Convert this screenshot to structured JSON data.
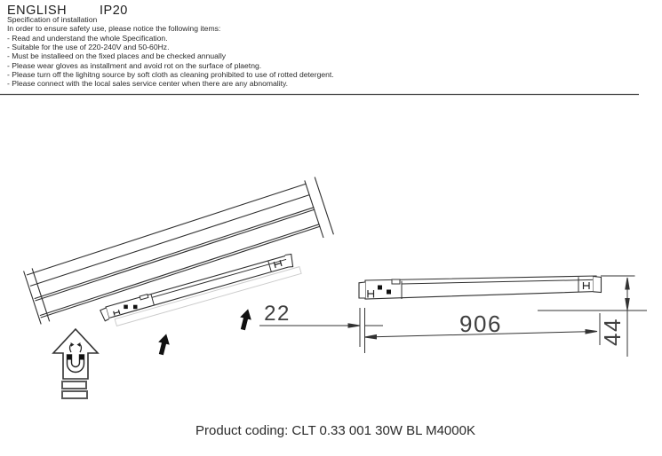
{
  "header": {
    "language": "ENGLISH",
    "ip_rating": "IP20"
  },
  "spec": {
    "title": "Specification of installation",
    "intro": "In order to ensure safety use, please notice the following items:",
    "items": [
      "- Read and understand the whole Specification.",
      "- Suitable for the use of 220-240V and 50-60Hz.",
      "- Must be installeed on the fixed places and be checked annually",
      "- Please wear gloves as installment and avoid rot on the surface of plaetng.",
      "- Please turn off the lighitng source by soft cloth as cleaning prohibited to use of rotted detergent.",
      "- Please connect with the local sales service center when there are any abnomality."
    ]
  },
  "drawing": {
    "dimensions": {
      "gap": "22",
      "length": "906",
      "height": "44"
    },
    "icons": {
      "push_arrows": "push-arrow-icon",
      "magnet_mount": "magnet-mount-arrow-icon"
    },
    "colors": {
      "line": "#333333",
      "dim_text": "#404040",
      "ghost": "#cccccc"
    }
  },
  "footer": {
    "product_coding": "Product coding: CLT 0.33 001 30W BL M4000K"
  }
}
